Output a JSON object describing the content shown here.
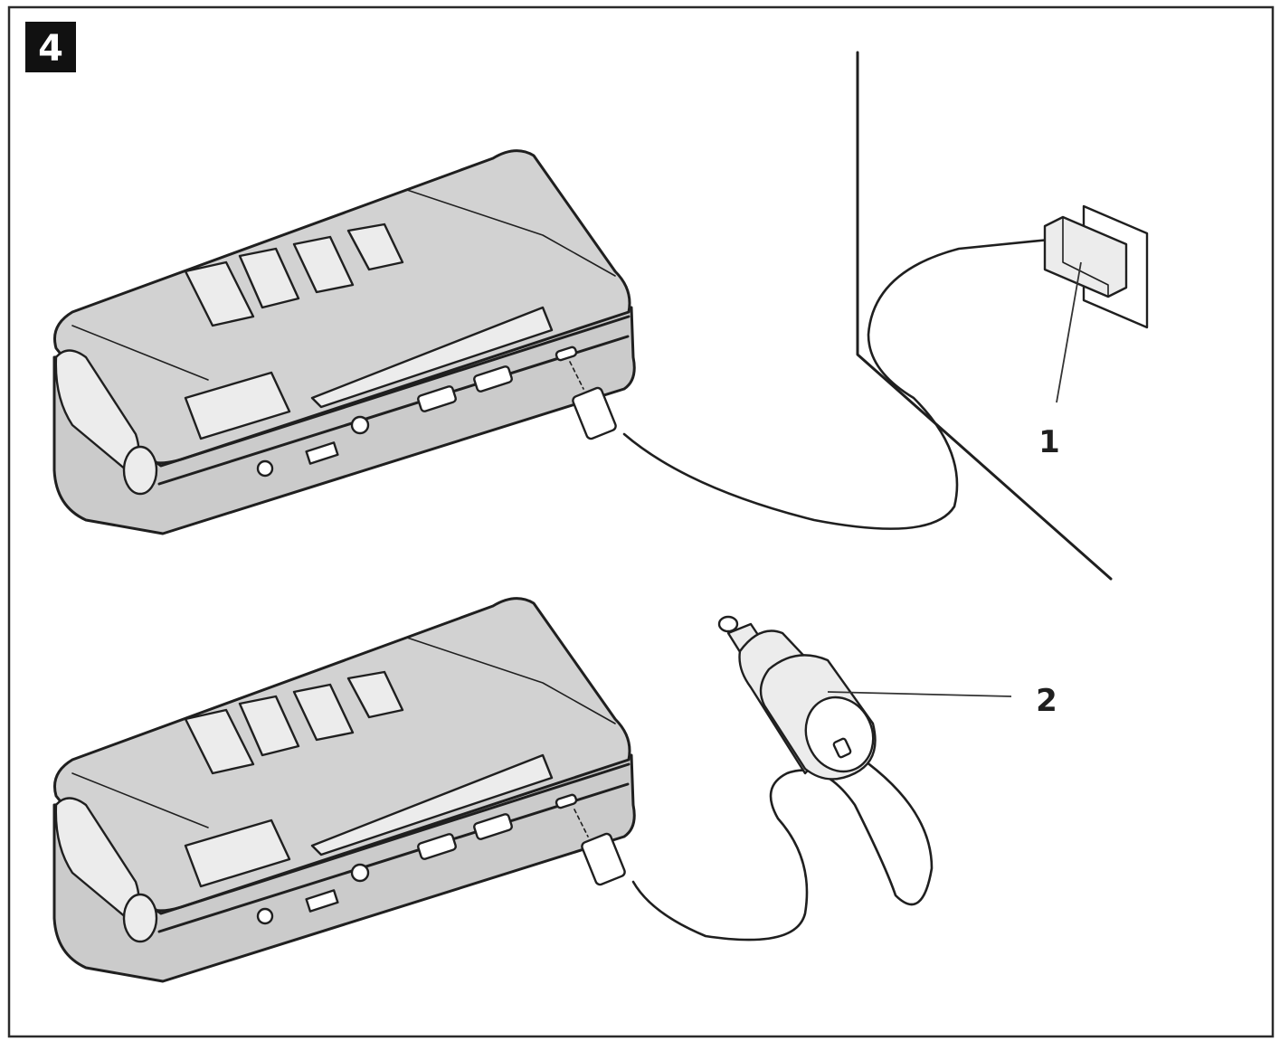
{
  "figure": {
    "step_number": "4",
    "callouts": [
      {
        "id": "1",
        "label": "1"
      },
      {
        "id": "2",
        "label": "2"
      }
    ]
  }
}
